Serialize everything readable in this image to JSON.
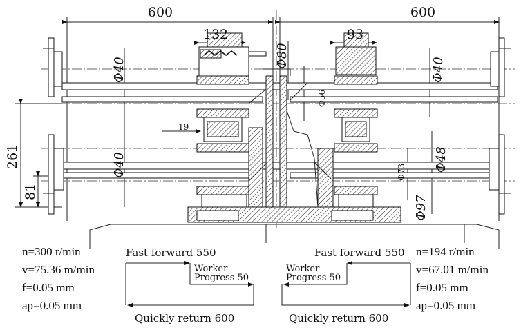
{
  "dimensions": {
    "left_span": "600",
    "right_span": "600",
    "left_gear_width": "132",
    "right_gear_width": "93",
    "dia_left_upper": "Φ40",
    "dia_left_lower": "Φ40",
    "dia_right_upper": "Φ40",
    "dia_center": "Φ80",
    "dia_56": "Φ56",
    "dia_48": "Φ48",
    "dia_73": "Φ73",
    "dia_97": "Φ97",
    "offset_19": "19",
    "height_261": "261",
    "height_81": "81"
  },
  "left_params": {
    "n": "n=300 r/min",
    "v": "v=75.36 m/min",
    "f": "f=0.05 mm",
    "ap": "ap=0.05 mm"
  },
  "right_params": {
    "n": "n=194 r/min",
    "v": "v=67.01 m/min",
    "f": "f=0.05 mm",
    "ap": "ap=0.05 mm"
  },
  "left_cycle": {
    "fast_forward": "Fast forward 550",
    "worker_line1": "Worker",
    "worker_line2": "Progress 50",
    "return": "Quickly return 600"
  },
  "right_cycle": {
    "fast_forward": "Fast forward 550",
    "worker_line1": "Worker",
    "worker_line2": "Progress 50",
    "return": "Quickly return 600"
  }
}
